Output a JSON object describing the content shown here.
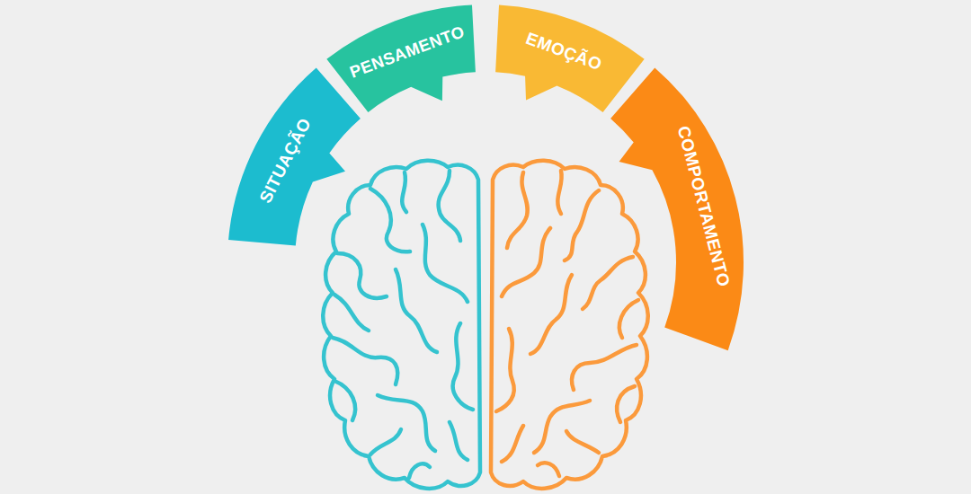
{
  "diagram": {
    "nodes": [
      {
        "text": [
          "SITUAÇÃO"
        ]
      },
      {
        "text": [
          "PENSAMENTO"
        ]
      },
      {
        "text": [
          "EMOÇÃO"
        ]
      },
      {
        "text": [
          "COMPORTAMENTO"
        ]
      }
    ]
  }
}
